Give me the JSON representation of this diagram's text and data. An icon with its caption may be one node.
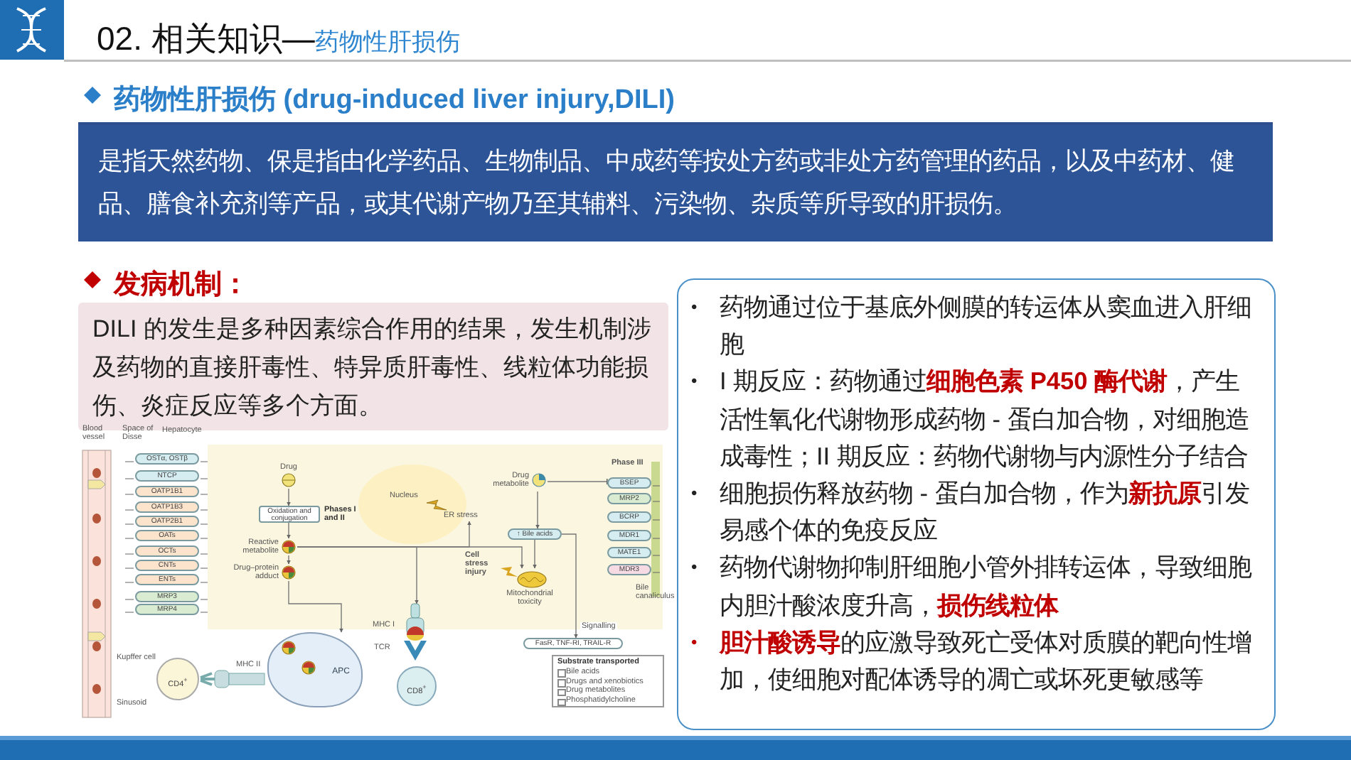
{
  "diagram": {
    "title": "02. 相关知识—",
    "nodes": [
      {
        "text": [
          "是指天然药物、保是指由化学药品、生物制品、中成药等按处方药或非处方药管理的药品，以及中药材、健品、膳食补充剂等产品，或其代谢产物乃至其辅料、污染物、杂质等所导致的肝损伤。"
        ]
      },
      {
        "text": [
          "DILI 的发生是多种因素综合作用的结果，发生机制涉及药物的直接肝毒性、特异质肝毒性、线粒体功能损伤、炎症反应等多个方面。"
        ]
      },
      {
        "text": [
          "药物通过位于基底外侧膜的转运体从窦血进入肝细胞",
          "I 期反应：药物通过**细胞色素 P450 酶代谢**，产生活性氧化代谢物形成药物 - 蛋白加合物，对细胞造成毒性；II 期反应：药物代谢物与内源性分子结合",
          "细胞损伤释放药物 - 蛋白加合物，作为**新抗原**引发易感个体的免疫反应",
          "药物代谢物抑制肝细胞小管外排转运体，导致细胞内胆汁酸浓度升高，**损伤线粒体**",
          "**胆汁酸诱导**的应激导致死亡受体对质膜的靶向性增加，使细胞对配体诱导的凋亡或坏死更敏感等"
        ]
      },
      {
        "text": [
          "OSTα, OSTβ"
        ]
      },
      {
        "text": [
          "NTCP"
        ]
      },
      {
        "text": [
          "OATP1B1"
        ]
      },
      {
        "text": [
          "OATP1B3"
        ]
      },
      {
        "text": [
          "OATP2B1"
        ]
      },
      {
        "text": [
          "OATs"
        ]
      },
      {
        "text": [
          "OCTs"
        ]
      },
      {
        "text": [
          "CNTs"
        ]
      },
      {
        "text": [
          "ENTs"
        ]
      },
      {
        "text": [
          "MRP3"
        ]
      },
      {
        "text": [
          "MRP4"
        ]
      },
      {
        "text": [
          "Drug"
        ]
      },
      {
        "text": [
          "Oxidation and conjugation"
        ],
        "beside": [
          "Phases I and II"
        ]
      },
      {
        "text": [
          "Reactive metabolite"
        ]
      },
      {
        "text": [
          "Drug–protein adduct"
        ]
      },
      {
        "text": [
          "APC"
        ]
      },
      {
        "text": [
          "CD4$^{+}$"
        ]
      },
      {
        "text": [
          "Drug metabolite"
        ]
      },
      {
        "text": [
          "ER stress"
        ]
      },
      {
        "text": [
          "↑ Bile acids"
        ]
      },
      {
        "text": [
          "Mitochondrial toxicity"
        ]
      },
      {
        "text": [
          "BSEP"
        ]
      },
      {
        "text": [
          "MRP2"
        ]
      },
      {
        "text": [
          "BCRP"
        ]
      },
      {
        "text": [
          "MDR1"
        ]
      },
      {
        "text": [
          "MATE1"
        ]
      },
      {
        "text": [
          "MDR3"
        ]
      },
      {
        "text": [
          "CD8$^{+}$"
        ]
      },
      {
        "text": [
          "FasR, TNF-RI, TRAIL-R"
        ]
      },
      {
        "text": [
          "Substrate transported",
          "Bile acids",
          "Drugs and xenobiotics",
          "Drug metabolites",
          "Phosphatidylcholine"
        ]
      }
    ],
    "edges": [
      {
        "from": 14,
        "to": 15,
        "arrow": "to"
      },
      {
        "from": 15,
        "to": 16,
        "arrow": "to"
      },
      {
        "from": 16,
        "to": 17,
        "arrow": "to"
      },
      {
        "from": 17,
        "to": 18,
        "arrow": "to"
      },
      {
        "from": 16,
        "to": 21,
        "arrow": "to"
      },
      {
        "from": 16,
        "to": 30,
        "arrow": "to"
      },
      {
        "from": 16,
        "to": 23,
        "arrow": "to"
      },
      {
        "from": 20,
        "to": 22,
        "arrow": "to"
      },
      {
        "from": 20,
        "to": 24,
        "arrow": "other"
      },
      {
        "from": 22,
        "to": 23,
        "arrow": "to"
      },
      {
        "from": 22,
        "to": 31,
        "arrow": "to",
        "label": "Signalling"
      }
    ],
    "labels": [
      "药物性肝损伤",
      "药物性肝损伤 (drug-induced liver injury,DILI)",
      "发病机制：",
      "Blood vessel",
      "Space of Disse",
      "Hepatocyte",
      "Kupffer cell",
      "Sinusoid",
      "MHC II",
      "Nucleus",
      "Cell stress injury",
      "Phase III",
      "Bile canaliculus",
      "MHC I",
      "TCR",
      "•",
      "•",
      "•",
      "•",
      "•"
    ]
  }
}
